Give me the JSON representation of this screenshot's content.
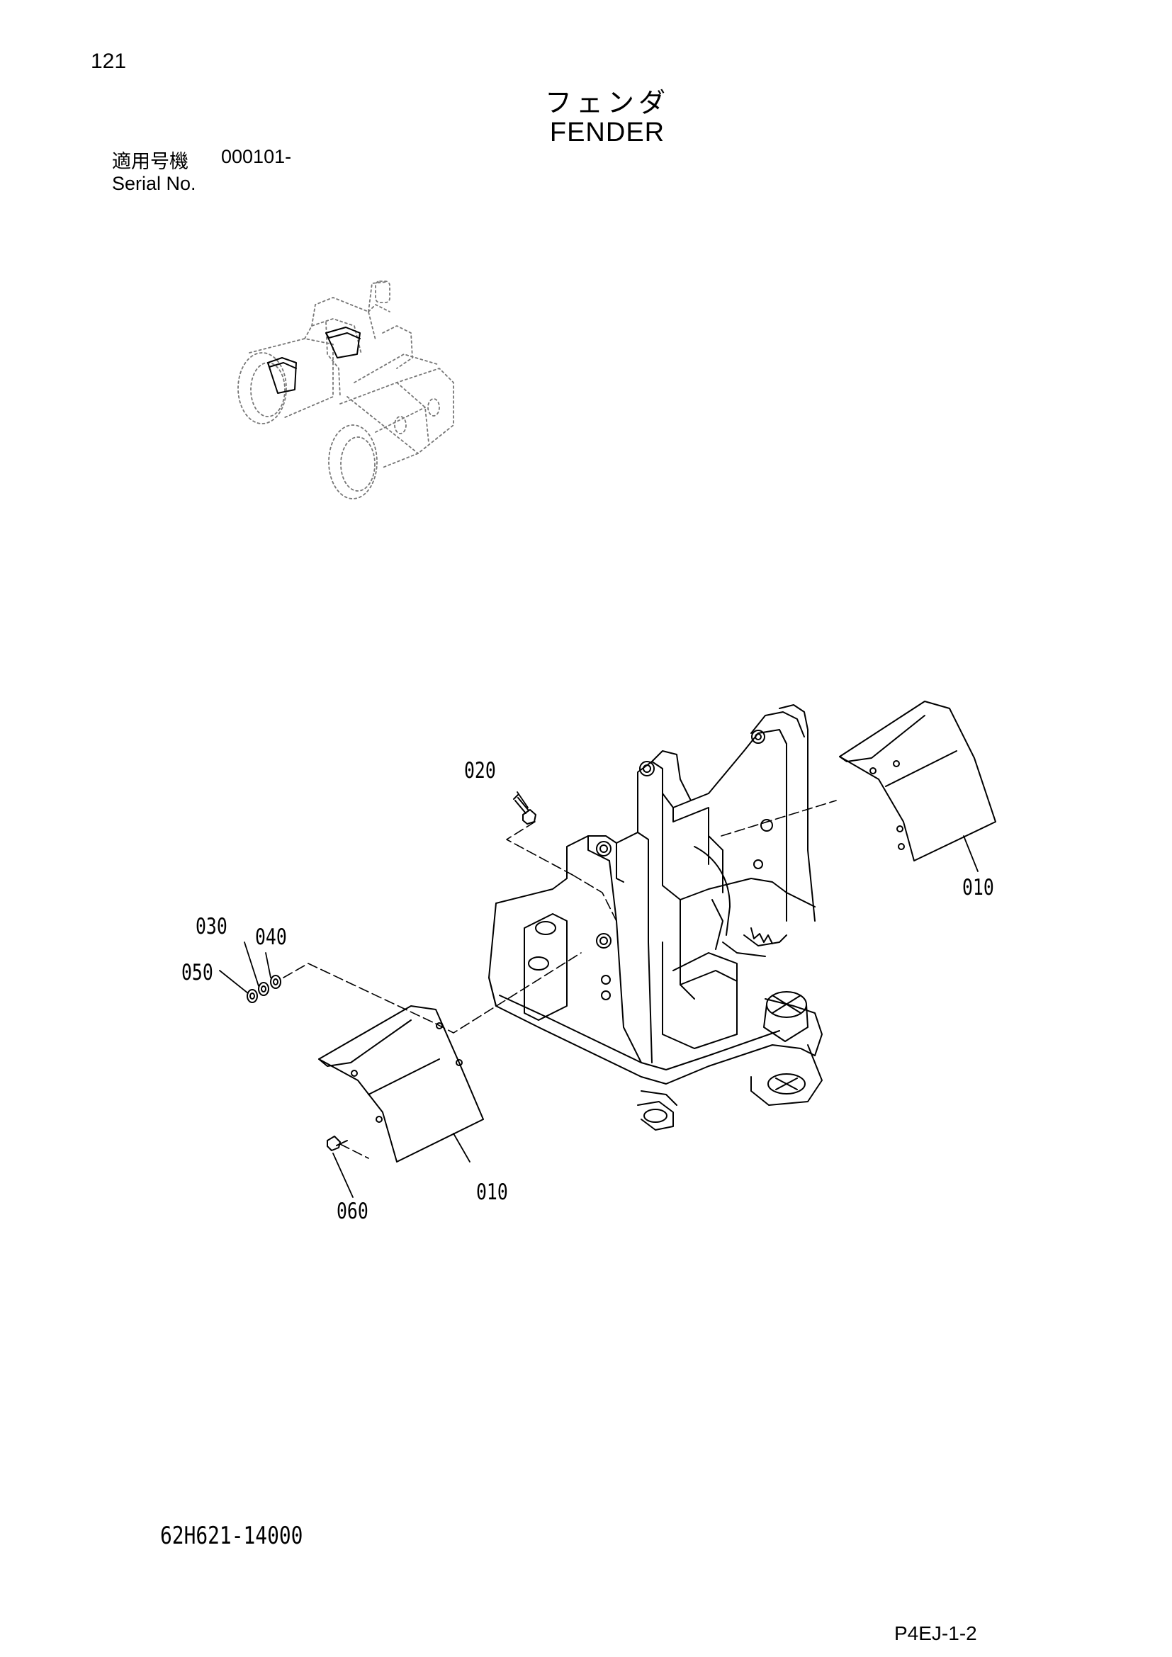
{
  "page_number": "121",
  "title": {
    "jp": "フェンダ",
    "en": "FENDER"
  },
  "serial": {
    "label_jp": "適用号機",
    "value": "000101-",
    "label_en": "Serial No."
  },
  "callouts": {
    "c010_right": "010",
    "c020": "020",
    "c030": "030",
    "c040": "040",
    "c050": "050",
    "c010_left": "010",
    "c060": "060"
  },
  "drawing_number": "62H621-14000",
  "page_ref": "P4EJ-1-2"
}
